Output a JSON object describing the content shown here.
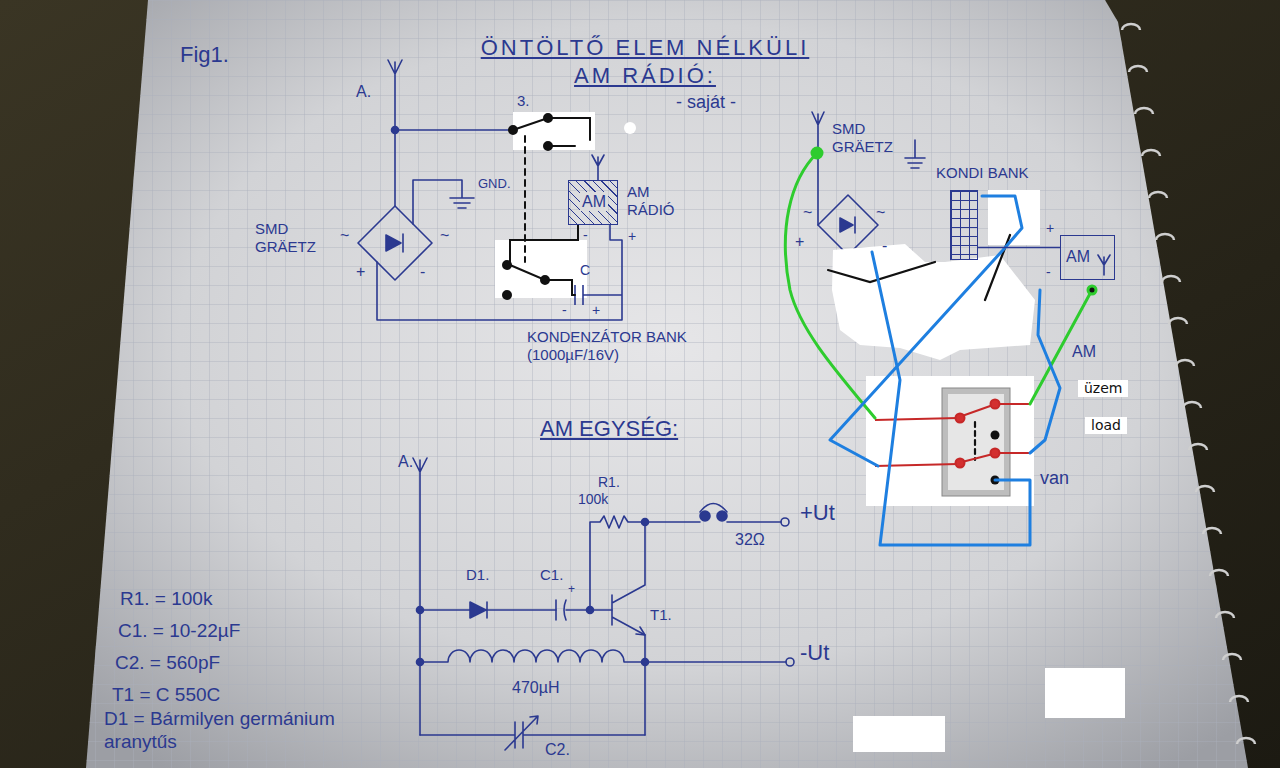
{
  "diagram": {
    "title": "ÖNTÖLTŐ ELEM NÉLKÜLI AM RÁDIÓ:",
    "nodes": [
      {
        "text": [
          "AM",
          "AM RÁDIÓ"
        ]
      },
      {
        "text": [
          "KONDI BANK"
        ]
      },
      {
        "text": [
          "AM"
        ]
      }
    ],
    "edges": [
      {
        "from": 1,
        "to": 2,
        "arrow": "none"
      }
    ],
    "labels": [
      "Fig1.",
      "- saját -",
      "A.",
      "3.",
      "GND.",
      "SMD GRÄETZ",
      "~",
      "~",
      "+",
      "-",
      "-",
      "+",
      "C",
      "-",
      "+",
      "KONDENZÁTOR BANK (1000µF/16V)",
      "SMD GRÄETZ",
      "~",
      "~",
      "+",
      "-",
      "+",
      "-",
      "AM",
      "üzem",
      "load",
      "van",
      "AM EGYSÉG:",
      "A.",
      "R1.",
      "100k",
      "D1.",
      "C1.",
      "+",
      "T1.",
      "32Ω",
      "+Ut",
      "-Ut",
      "470µH",
      "C2.",
      "R1. = 100k",
      "C1. = 10-22µF",
      "C2. = 560pF",
      "T1 = C 550C",
      "D1 = Bármilyen germánium aranytűs"
    ]
  }
}
